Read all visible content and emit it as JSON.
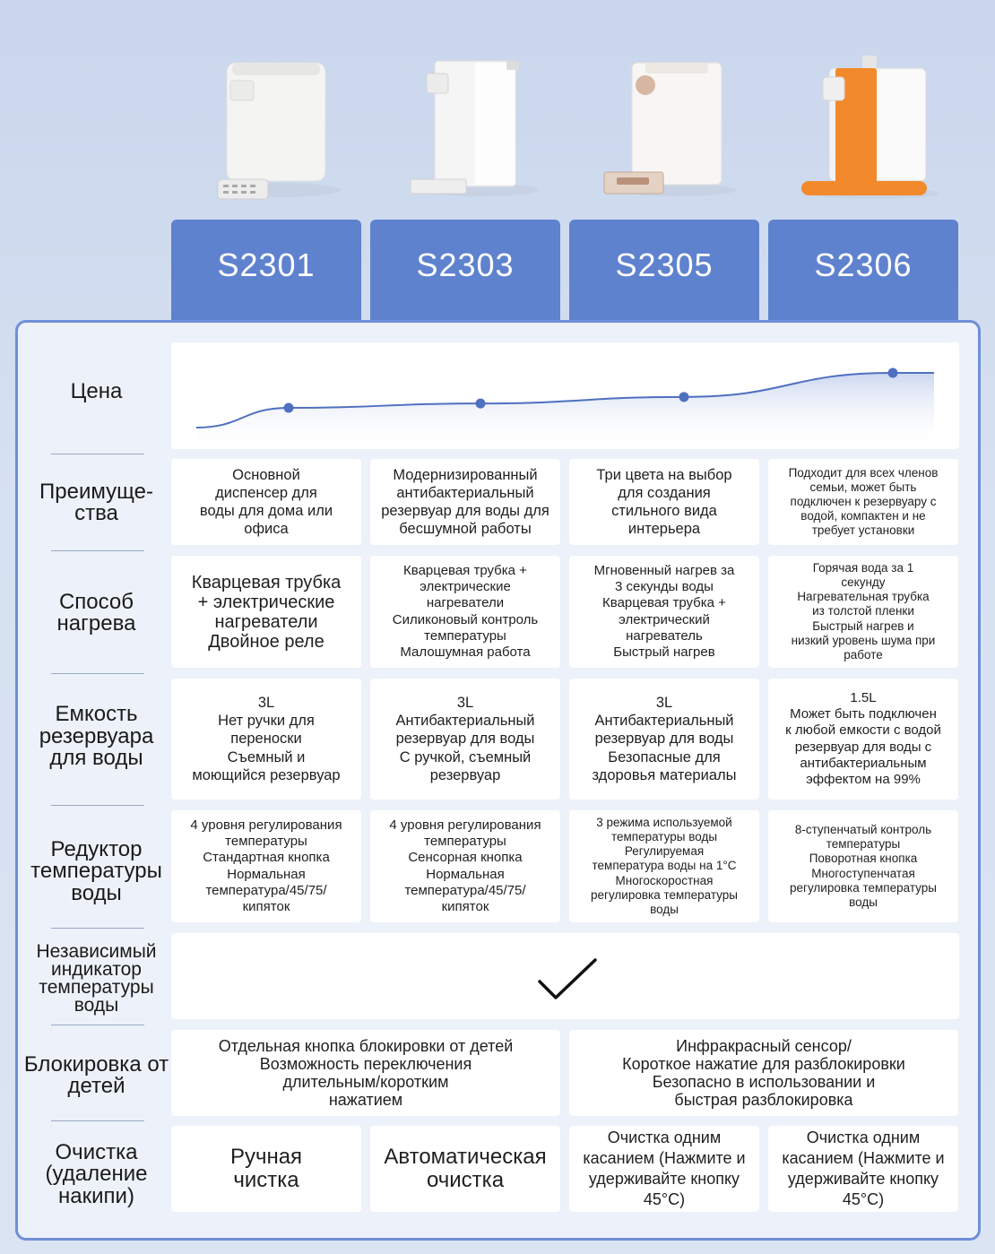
{
  "products": [
    {
      "model": "S2301",
      "accent": "#d9d9d9"
    },
    {
      "model": "S2303",
      "accent": "#d9d9d9"
    },
    {
      "model": "S2305",
      "accent": "#c9a08a"
    },
    {
      "model": "S2306",
      "accent": "#f08a2b"
    }
  ],
  "colors": {
    "tab": "#5f82cf",
    "panel_border": "#6f8fd8",
    "chart_line": "#4f6fc0"
  },
  "rows": {
    "price": {
      "label": "Цена"
    },
    "advantages": {
      "label": "Преимуще-\nства",
      "cells": [
        "Основной\nдиспенсер для\nводы для дома или\nофиса",
        "Модернизированный\nантибактериальный\nрезервуар для воды для\nбесшумной работы",
        "Три цвета на выбор\nдля создания\nстильного вида\nинтерьера",
        "Подходит для всех членов\nсемьи, может быть\nподключен к резервуару с\nводой, компактен и не\nтребует установки"
      ]
    },
    "heating": {
      "label": "Способ\nнагрева",
      "cells": [
        "Кварцевая трубка\n+ электрические\nнагреватели\nДвойное реле",
        "Кварцевая трубка +\nэлектрические\nнагреватели\nСиликоновый контроль\nтемпературы\nМалошумная работа",
        "Мгновенный нагрев за\n3 секунды воды\nКварцевая трубка +\nэлектрический\nнагреватель\nБыстрый нагрев",
        "Горячая вода за 1\nсекунду\nНагревательная трубка\nиз толстой пленки\nБыстрый нагрев и\nнизкий уровень шума при\nработе"
      ]
    },
    "capacity": {
      "label": "Емкость\nрезервуара\nдля воды",
      "cells": [
        "3L\nНет ручки для\nпереноски\nСъемный и\nмоющийся резервуар",
        "3L\nАнтибактериальный\nрезервуар для воды\nС ручкой, съемный\nрезервуар",
        "3L\nАнтибактериальный\nрезервуар для воды\nБезопасные для\nздоровья материалы",
        "1.5L\nМожет быть подключен\nк любой емкости с водой\nрезервуар для воды с\nантибактериальным\nэффектом на 99%"
      ]
    },
    "temp_reducer": {
      "label": "Редуктор\nтемпературы\nводы",
      "cells": [
        "4 уровня регулирования\nтемпературы\nСтандартная кнопка\nНормальная\nтемпература/45/75/\nкипяток",
        "4 уровня регулирования\nтемпературы\nСенсорная кнопка\nНормальная\nтемпература/45/75/\nкипяток",
        "3 режима используемой\nтемпературы воды\nРегулируемая\nтемпература воды на 1°С\nМногоскоростная\nрегулировка температуры\nводы",
        "8-ступенчатый контроль\nтемпературы\nПоворотная кнопка\nМногоступенчатая\nрегулировка температуры\nводы"
      ]
    },
    "indicator": {
      "label": "Независимый\nиндикатор\nтемпературы\nводы",
      "mark": "checkmark"
    },
    "child_lock": {
      "label": "Блокировка\nот детей",
      "cells": [
        "Отдельная кнопка блокировки от детей\nВозможность переключения\nдлительным/коротким\nнажатием",
        "Инфракрасный сенсор/\nКороткое нажатие для разблокировки\nБезопасно в использовании и\nбыстрая разблокировка"
      ]
    },
    "cleaning": {
      "label": "Очистка\n(удаление\nнакипи)",
      "cells": [
        "Ручная\nчистка",
        "Автоматическая\nочистка",
        "Очистка одним\nкасанием (Нажмите и\nудерживайте кнопку\n45°С)",
        "Очистка одним\nкасанием (Нажмите и\nудерживайте кнопку\n45°С)"
      ]
    }
  },
  "chart_data": {
    "type": "line",
    "categories": [
      "S2301",
      "S2303",
      "S2305",
      "S2306"
    ],
    "values": [
      1,
      1.2,
      1.5,
      2.6
    ],
    "title": "",
    "xlabel": "",
    "ylabel": ""
  }
}
